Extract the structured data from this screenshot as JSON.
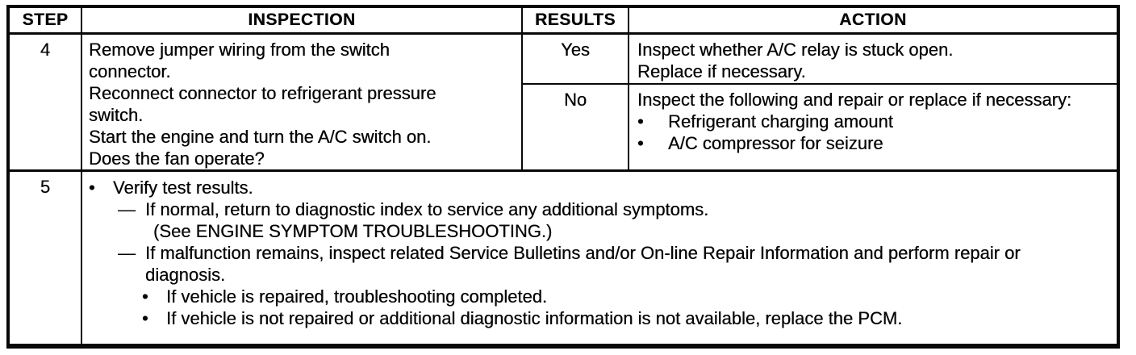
{
  "table": {
    "headers": {
      "step": "STEP",
      "inspection": "INSPECTION",
      "results": "RESULTS",
      "action": "ACTION"
    },
    "markers": {
      "bullet": "•",
      "dash": "—"
    },
    "step4": {
      "step": "4",
      "inspection": [
        "Remove jumper wiring from the switch connector.",
        "Reconnect connector to refrigerant pressure switch.",
        "Start the engine and turn the A/C switch on.",
        "Does the fan operate?"
      ],
      "yes": {
        "result": "Yes",
        "lines": [
          "Inspect whether A/C relay is stuck open.",
          "Replace if necessary."
        ]
      },
      "no": {
        "result": "No",
        "intro": "Inspect the following and repair or replace if necessary:",
        "bullets": [
          "Refrigerant charging amount",
          "A/C compressor for seizure"
        ]
      }
    },
    "step5": {
      "step": "5",
      "verify": "Verify test results.",
      "if_normal": "If normal, return to diagnostic index to service any additional symptoms.",
      "see_ref": "(See ENGINE SYMPTOM TROUBLESHOOTING.)",
      "if_malfunction": "If malfunction remains, inspect related Service Bulletins and/or On-line Repair Information and perform repair or diagnosis.",
      "vehicle_repaired": "If vehicle is repaired, troubleshooting completed.",
      "vehicle_not_repaired": "If vehicle is not repaired or additional diagnostic information is not available, replace the PCM."
    }
  }
}
